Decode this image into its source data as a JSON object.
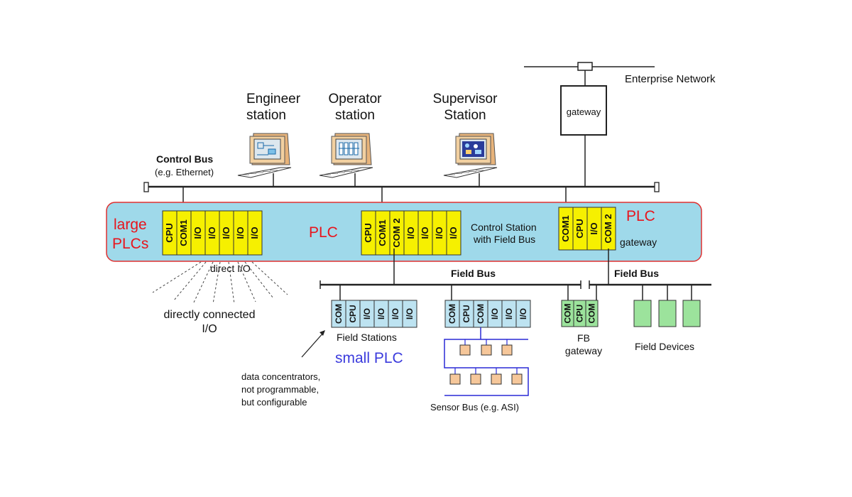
{
  "stations": {
    "engineer": [
      "Engineer",
      "station"
    ],
    "operator": [
      "Operator",
      "station"
    ],
    "supervisor": [
      "Supervisor",
      "Station"
    ]
  },
  "enterprise_network": "Enterprise Network",
  "gateway_label": "gateway",
  "control_bus": {
    "title": "Control Bus",
    "subtitle": "(e.g. Ethernet)"
  },
  "large_plcs": [
    "large",
    "PLCs"
  ],
  "plc_label": "PLC",
  "plc_label_right": "PLC",
  "control_station": [
    "Control Station",
    "with Field Bus"
  ],
  "plc_gateway": "gateway",
  "modules": {
    "large_plc": [
      "CPU",
      "COM1",
      "I/O",
      "I/O",
      "I/O",
      "I/O",
      "I/O"
    ],
    "control_station": [
      "CPU",
      "COM1",
      "COM 2",
      "I/O",
      "I/O",
      "I/O",
      "I/O"
    ],
    "gateway_plc": [
      "COM1",
      "CPU",
      "I/O",
      "COM 2"
    ],
    "field_station_1": [
      "COM",
      "CPU",
      "I/O",
      "I/O",
      "I/O",
      "I/O"
    ],
    "field_station_2": [
      "COM",
      "CPU",
      "COM",
      "I/O",
      "I/O",
      "I/O"
    ],
    "fb_gateway": [
      "COM",
      "CPU",
      "COM"
    ]
  },
  "direct_io": "direct I/O",
  "directly_connected": [
    "directly connected",
    "I/O"
  ],
  "field_bus_left": "Field Bus",
  "field_bus_right": "Field Bus",
  "field_stations": "Field Stations",
  "small_plc": "small PLC",
  "data_concentrators": [
    "data concentrators,",
    "not programmable,",
    "but configurable"
  ],
  "fb_gateway_label": [
    "FB",
    "gateway"
  ],
  "field_devices": "Field Devices",
  "sensor_bus": "Sensor Bus (e.g. ASI)",
  "colors": {
    "plc_band": "#9fd9ea",
    "plc_band_border": "#e03030",
    "module_yellow": "#f6f000",
    "module_blue": "#bde3f1",
    "module_green": "#9ce39c",
    "sensor_node": "#f6c79a",
    "sensor_bus": "#2a2ad6",
    "red_text": "#e8141c",
    "blue_text": "#3b3bdd"
  }
}
